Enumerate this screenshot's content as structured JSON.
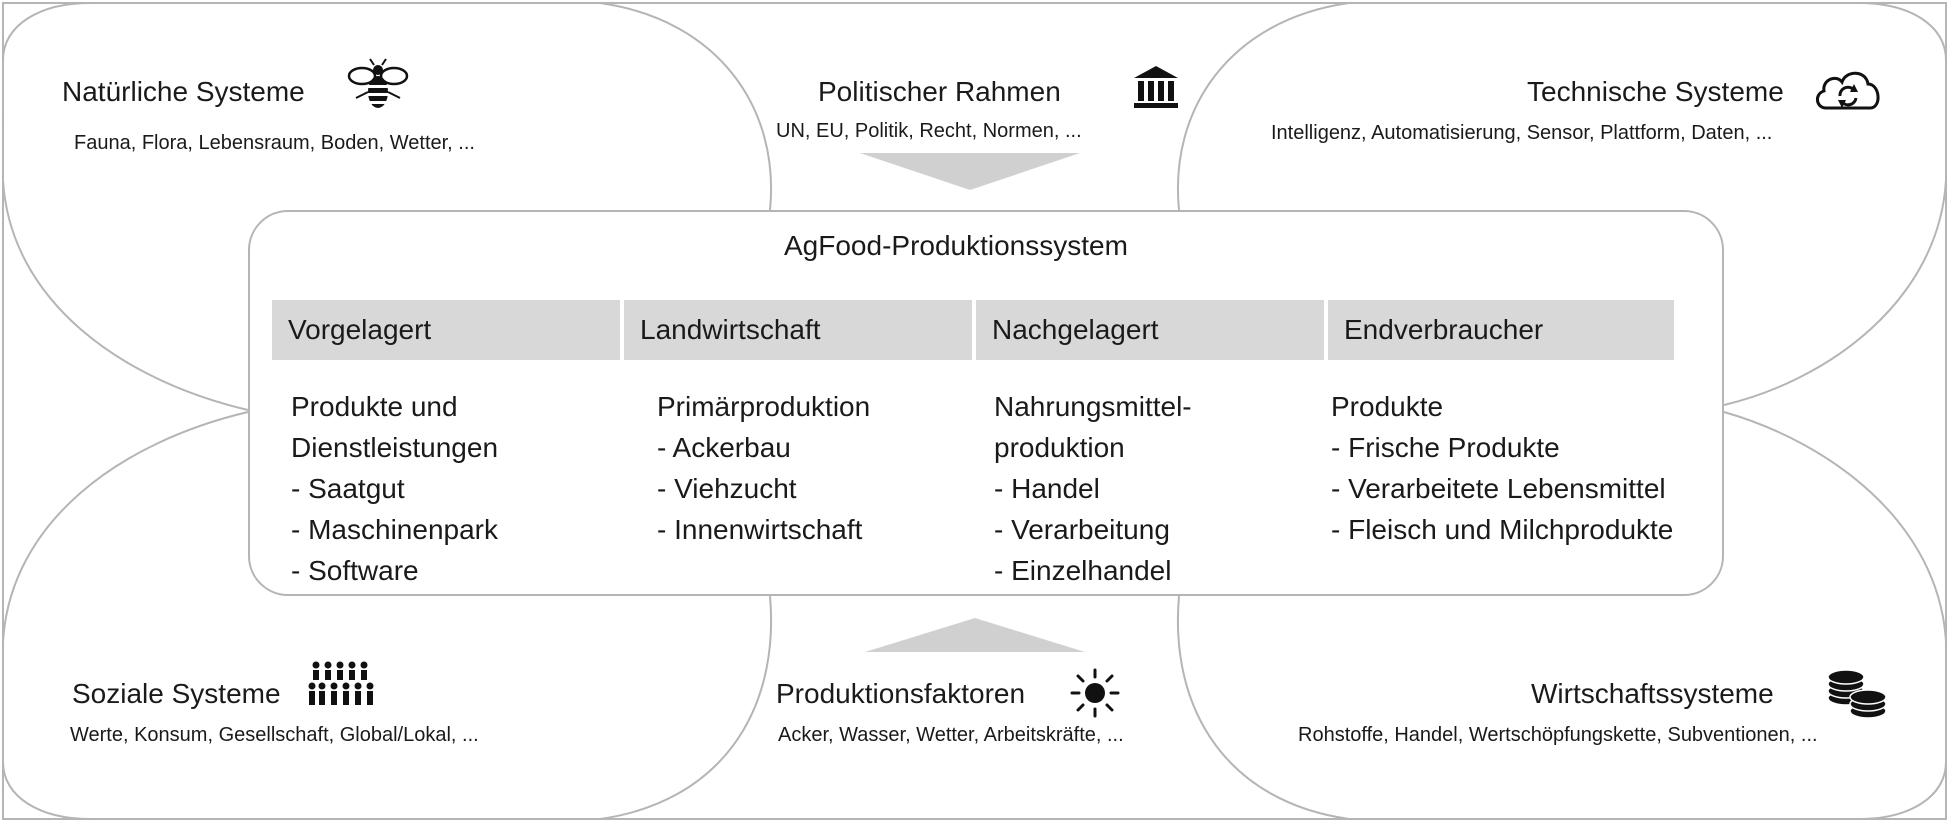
{
  "center": {
    "title": "AgFood-Produktionssystem",
    "columns": [
      {
        "header": "Vorgelagert",
        "lines": [
          "Produkte und",
          "Dienstleistungen",
          "- Saatgut",
          "- Maschinenpark",
          "- Software"
        ]
      },
      {
        "header": "Landwirtschaft",
        "lines": [
          "Primärproduktion",
          "- Ackerbau",
          "- Viehzucht",
          "- Innenwirtschaft"
        ]
      },
      {
        "header": "Nachgelagert",
        "lines": [
          "Nahrungsmittel-",
          "produktion",
          "- Handel",
          "- Verarbeitung",
          "- Einzelhandel"
        ]
      },
      {
        "header": "Endverbraucher",
        "lines": [
          "Produkte",
          "- Frische Produkte",
          "- Verarbeitete Lebensmittel",
          "- Fleisch und Milchprodukte"
        ]
      }
    ]
  },
  "systems": {
    "natural": {
      "title": "Natürliche Systeme",
      "subtitle": "Fauna, Flora, Lebensraum, Boden, Wetter, ...",
      "icon": "bee-icon"
    },
    "political": {
      "title": "Politischer Rahmen",
      "subtitle": "UN, EU, Politik, Recht, Normen, ...",
      "icon": "government-building-icon"
    },
    "technical": {
      "title": "Technische Systeme",
      "subtitle": "Intelligenz, Automatisierung, Sensor, Plattform, Daten, ...",
      "icon": "cloud-sync-icon"
    },
    "social": {
      "title": "Soziale Systeme",
      "subtitle": "Werte, Konsum, Gesellschaft, Global/Lokal, ...",
      "icon": "people-group-icon"
    },
    "production": {
      "title": "Produktionsfaktoren",
      "subtitle": "Acker, Wasser, Wetter, Arbeitskräfte, ...",
      "icon": "sun-icon"
    },
    "economic": {
      "title": "Wirtschaftssysteme",
      "subtitle": "Rohstoffe, Handel, Wertschöpfungskette, Subventionen, ...",
      "icon": "coins-icon"
    }
  },
  "colors": {
    "outline": "#b5b5b5",
    "header_fill": "#d8d8d8",
    "arrow_fill": "#d0d0d0",
    "text": "#1a1a1a"
  }
}
